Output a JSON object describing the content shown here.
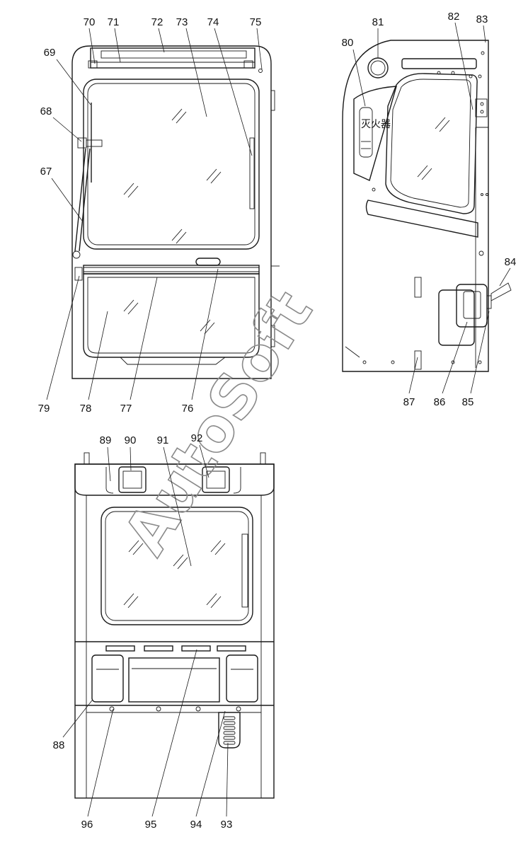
{
  "watermark": "AutoSoft",
  "extinguisher_label": "灭火器",
  "views": [
    {
      "name": "front-door-view",
      "callouts": [
        {
          "label": "67"
        },
        {
          "label": "68"
        },
        {
          "label": "69"
        },
        {
          "label": "70"
        },
        {
          "label": "71"
        },
        {
          "label": "72"
        },
        {
          "label": "73"
        },
        {
          "label": "74"
        },
        {
          "label": "75"
        },
        {
          "label": "76"
        },
        {
          "label": "77"
        },
        {
          "label": "78"
        },
        {
          "label": "79"
        }
      ]
    },
    {
      "name": "side-panel-view",
      "callouts": [
        {
          "label": "80"
        },
        {
          "label": "81"
        },
        {
          "label": "82"
        },
        {
          "label": "83"
        },
        {
          "label": "84"
        },
        {
          "label": "85"
        },
        {
          "label": "86"
        },
        {
          "label": "87"
        }
      ]
    },
    {
      "name": "rear-panel-view",
      "callouts": [
        {
          "label": "88"
        },
        {
          "label": "89"
        },
        {
          "label": "90"
        },
        {
          "label": "91"
        },
        {
          "label": "92"
        },
        {
          "label": "93"
        },
        {
          "label": "94"
        },
        {
          "label": "95"
        },
        {
          "label": "96"
        }
      ]
    }
  ]
}
